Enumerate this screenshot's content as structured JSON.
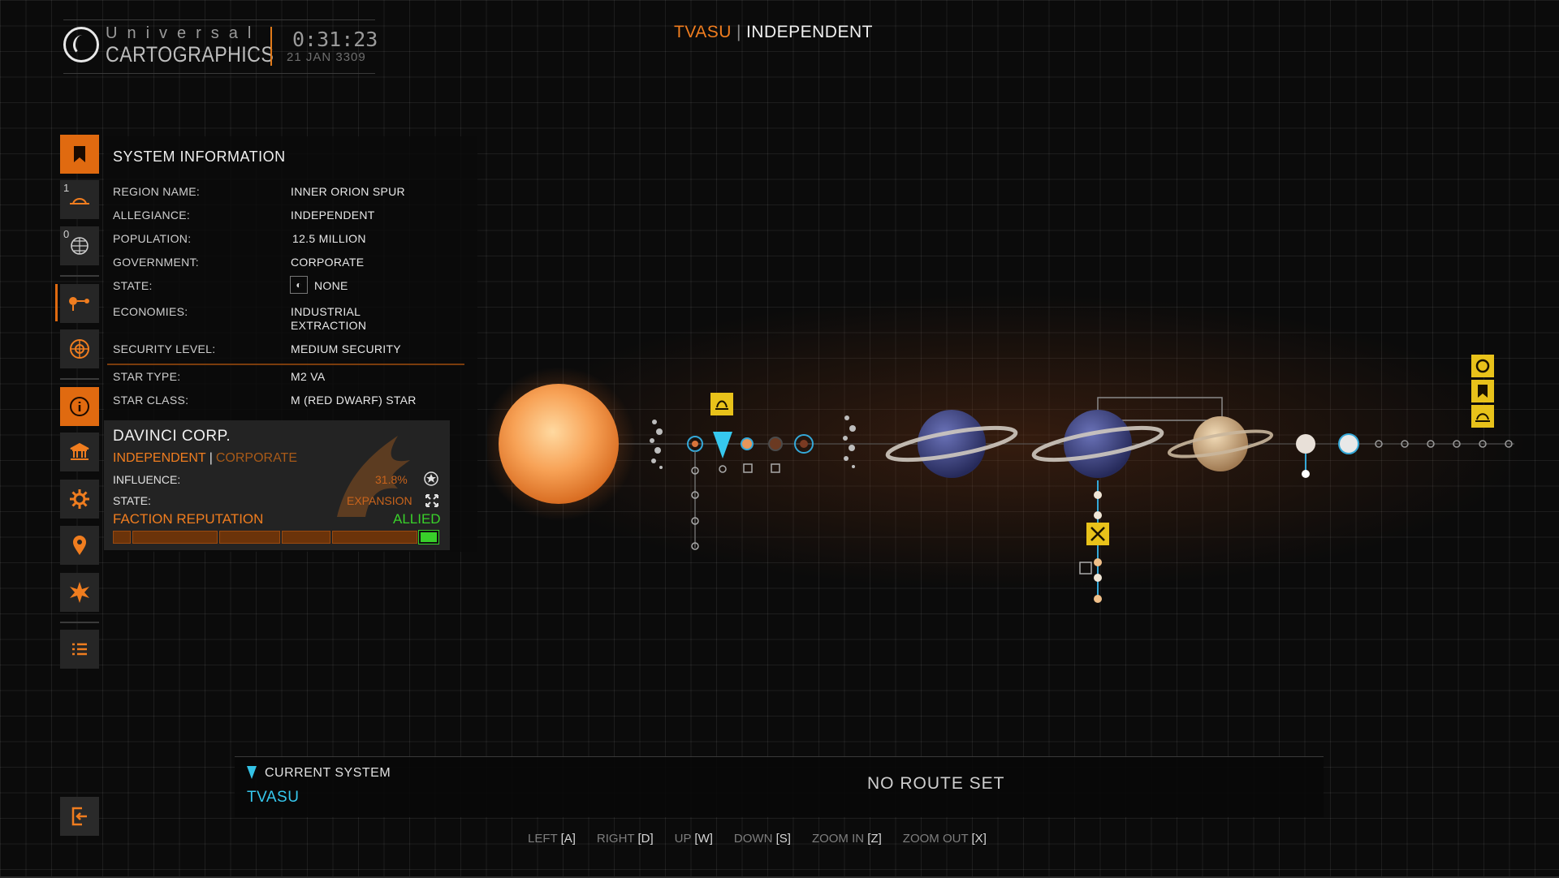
{
  "header": {
    "logo_top": "Universal",
    "logo_main": "CARTOGRAPHICS",
    "clock": "0:31:23",
    "date": "21 JAN 3309",
    "system_name": "TVASU",
    "system_separator": "|",
    "system_allegiance": "INDEPENDENT"
  },
  "sidebar": {
    "items": [
      {
        "name": "bookmark",
        "icon": "bookmark-icon"
      },
      {
        "name": "station",
        "icon": "station-icon",
        "count": "1"
      },
      {
        "name": "globe",
        "icon": "globe-icon",
        "count": "0"
      },
      {
        "name": "system-map",
        "icon": "orbit-icon"
      },
      {
        "name": "galaxy",
        "icon": "galaxy-icon"
      },
      {
        "name": "info",
        "icon": "info-icon"
      },
      {
        "name": "government",
        "icon": "government-icon"
      },
      {
        "name": "settings",
        "icon": "gear-icon"
      },
      {
        "name": "location",
        "icon": "location-pin-icon"
      },
      {
        "name": "powerplay",
        "icon": "star-burst-icon"
      },
      {
        "name": "list",
        "icon": "list-icon"
      }
    ],
    "exit_icon": "exit-icon"
  },
  "system_info": {
    "title": "SYSTEM INFORMATION",
    "rows": [
      {
        "label": "REGION NAME:",
        "value": "INNER ORION SPUR"
      },
      {
        "label": "ALLEGIANCE:",
        "value": "INDEPENDENT"
      },
      {
        "label": "POPULATION:",
        "value": "12.5 MILLION"
      },
      {
        "label": "GOVERNMENT:",
        "value": "CORPORATE"
      },
      {
        "label": "STATE:",
        "value": "NONE"
      },
      {
        "label": "ECONOMIES:",
        "value": "INDUSTRIAL",
        "value2": "EXTRACTION"
      },
      {
        "label": "SECURITY LEVEL:",
        "value": "MEDIUM SECURITY"
      },
      {
        "label": "STAR TYPE:",
        "value": "M2 VA"
      },
      {
        "label": "STAR CLASS:",
        "value": "M (RED DWARF) STAR"
      }
    ]
  },
  "faction": {
    "name": "DAVINCI CORP.",
    "allegiance": "INDEPENDENT",
    "separator": "|",
    "government": "CORPORATE",
    "influence_label": "INFLUENCE:",
    "influence_value": "31.8%",
    "state_label": "STATE:",
    "state_value": "EXPANSION",
    "reputation_label": "FACTION REPUTATION",
    "reputation_value": "ALLIED",
    "reputation_level": 1.0
  },
  "route": {
    "current_label": "CURRENT SYSTEM",
    "current_system": "TVASU",
    "status": "NO ROUTE SET"
  },
  "controls": [
    {
      "action": "LEFT",
      "key": "[A]"
    },
    {
      "action": "RIGHT",
      "key": "[D]"
    },
    {
      "action": "UP",
      "key": "[W]"
    },
    {
      "action": "DOWN",
      "key": "[S]"
    },
    {
      "action": "ZOOM IN",
      "key": "[Z]"
    },
    {
      "action": "ZOOM OUT",
      "key": "[X]"
    }
  ],
  "colors": {
    "accent": "#f07d1f",
    "cyan": "#36c8ee",
    "allied_green": "#38d02a",
    "nav_yellow": "#e8c21a"
  }
}
